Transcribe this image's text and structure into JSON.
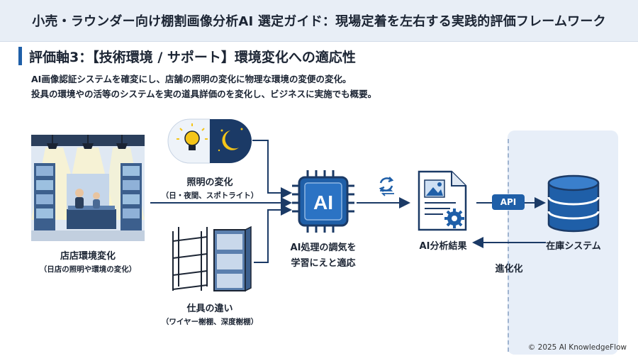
{
  "header": {
    "title": "小売・ラウンダー向け棚割画像分析AI 選定ガイド：現場定着を左右する実践的評価フレームワーク"
  },
  "section": {
    "title": "評価軸3：【技術環境 / サポート】環境変化への適応性"
  },
  "description": {
    "line1": "AI画像認証システムを確変にし、店舗の照明の変化に物理な環境の変便の変化。",
    "line2": "投具の環境やの活等のシステムを実の道具詳価のを変化し、ビジネスに実施でも概要。"
  },
  "nodes": {
    "store": {
      "label": "店店環境変化",
      "sub": "（日店の照明や環境の変化）"
    },
    "lighting": {
      "label": "照明の変化",
      "sub": "（日・夜間、スポトライト）"
    },
    "fixtures": {
      "label": "仕具の違い",
      "sub": "（ワイヤー榭棚、深度榭棚）"
    },
    "ai": {
      "chip_text": "AI",
      "label_line1": "AI処理の調気を",
      "label_line2": "学習にえと適応"
    },
    "result": {
      "label": "AI分析結果"
    },
    "inventory": {
      "label": "在庫システム"
    },
    "api": {
      "label": "API"
    },
    "feedback": {
      "label": "進化化"
    }
  },
  "footer": {
    "copyright": "© 2025 AI KnowledgeFlow"
  },
  "colors": {
    "accent": "#1f5fa8",
    "dark_navy": "#1b3a66",
    "panel": "#e7eef8",
    "header_bg": "#e8eef6",
    "bulb_yellow": "#f5c518"
  }
}
